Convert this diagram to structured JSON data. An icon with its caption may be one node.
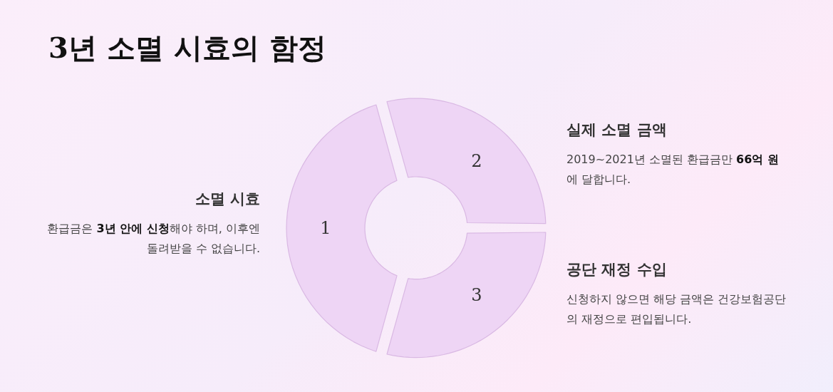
{
  "diagram": {
    "title": "3년 소멸 시효의 함정",
    "nodes": [
      {
        "text": [
          "1"
        ],
        "beside": [
          "소멸 시효",
          "환급금은 **3년 안에 신청**해야 하며, 이후엔 돌려받을 수 없습니다."
        ]
      },
      {
        "text": [
          "2"
        ],
        "beside": [
          "실제 소멸 금액",
          "2019~2021년 소멸된 환급금만 **66억 원**에 달합니다."
        ]
      },
      {
        "text": [
          "3"
        ],
        "beside": [
          "공단 재정 수입",
          "신청하지 않으면 해당 금액은 건강보험공단의 재정으로 편입됩니다."
        ]
      }
    ]
  }
}
